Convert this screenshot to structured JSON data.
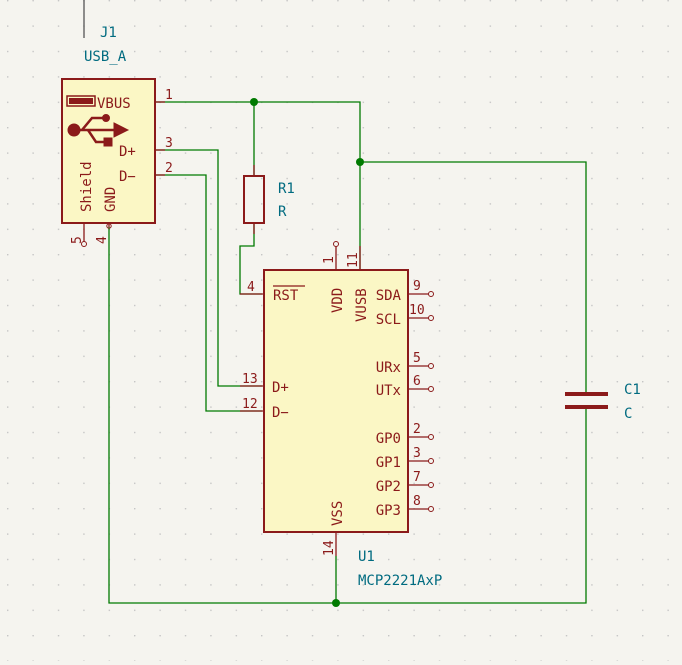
{
  "components": {
    "j1": {
      "ref": "J1",
      "value": "USB_A",
      "pins": {
        "vbus": {
          "name": "VBUS",
          "num": "1"
        },
        "dplus": {
          "name": "D+",
          "num": "3"
        },
        "dminus": {
          "name": "D−",
          "num": "2"
        },
        "shield": {
          "name": "Shield",
          "num": "5"
        },
        "gnd": {
          "name": "GND",
          "num": "4"
        }
      }
    },
    "r1": {
      "ref": "R1",
      "value": "R"
    },
    "c1": {
      "ref": "C1",
      "value": "C"
    },
    "u1": {
      "ref": "U1",
      "value": "MCP2221AxP",
      "pins": {
        "rst": {
          "name": "RST",
          "num": "4"
        },
        "vdd": {
          "name": "VDD",
          "num": "1"
        },
        "vusb": {
          "name": "VUSB",
          "num": "11"
        },
        "sda": {
          "name": "SDA",
          "num": "9"
        },
        "scl": {
          "name": "SCL",
          "num": "10"
        },
        "urx": {
          "name": "URx",
          "num": "5"
        },
        "utx": {
          "name": "UTx",
          "num": "6"
        },
        "dplus": {
          "name": "D+",
          "num": "13"
        },
        "dminus": {
          "name": "D−",
          "num": "12"
        },
        "gp0": {
          "name": "GP0",
          "num": "2"
        },
        "gp1": {
          "name": "GP1",
          "num": "3"
        },
        "gp2": {
          "name": "GP2",
          "num": "7"
        },
        "gp3": {
          "name": "GP3",
          "num": "8"
        },
        "vss": {
          "name": "VSS",
          "num": "14"
        }
      }
    }
  },
  "colors": {
    "background": "#f5f4ef",
    "grid": "#c4c4c4",
    "wire": "#007a00",
    "symbol_outline": "#8b1a1a",
    "symbol_fill": "#fbf7c5",
    "reference_text": "#006b80"
  }
}
